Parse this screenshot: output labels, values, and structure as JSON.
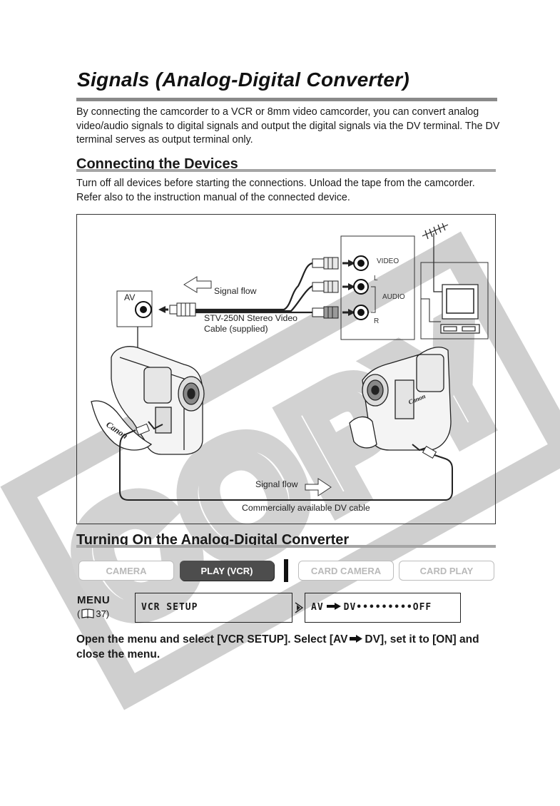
{
  "page": {
    "title": "Signals (Analog-Digital Converter)",
    "intro": "By connecting the camcorder to a VCR or 8mm video camcorder, you can convert analog video/audio signals to digital signals and output the digital signals via the DV terminal. The DV terminal serves as output terminal only.",
    "watermark": "COPY"
  },
  "section1": {
    "heading": "Connecting the Devices",
    "note": "Turn off all devices before starting the connections. Unload the tape from the camcorder. Refer also to the instruction manual of the connected device."
  },
  "diagram": {
    "av_label": "AV",
    "signal_flow_top": "Signal flow",
    "cable_line1": "STV-250N Stereo Video",
    "cable_line2": "Cable (supplied)",
    "video": "VIDEO",
    "left": "L",
    "audio": "AUDIO",
    "right": "R",
    "signal_flow_bottom": "Signal flow",
    "dv_cable": "Commercially available DV cable",
    "brand": "Canon"
  },
  "section2": {
    "heading": "Turning On the Analog-Digital Converter",
    "modes": [
      {
        "label": "CAMERA",
        "active": false
      },
      {
        "label": "PLAY (VCR)",
        "active": true
      },
      {
        "label": "CARD CAMERA",
        "active": false
      },
      {
        "label": "CARD PLAY",
        "active": false
      }
    ],
    "menu_word": "MENU",
    "menu_ref_open": "(",
    "menu_ref_page": "37)",
    "lcd_menu": "VCR SETUP",
    "lcd_setting_a": "AV",
    "lcd_setting_b": "DV•••••••••OFF",
    "instruction_a": "Open the menu and select [VCR SETUP]. Select [AV",
    "instruction_b": "DV], set it to [ON] and close the menu."
  },
  "colors": {
    "rule": "#8a8a8a",
    "active_tab": "#4d4d4d",
    "inactive_tab": "#bdbdbd",
    "watermark": "#d0d0d0"
  }
}
